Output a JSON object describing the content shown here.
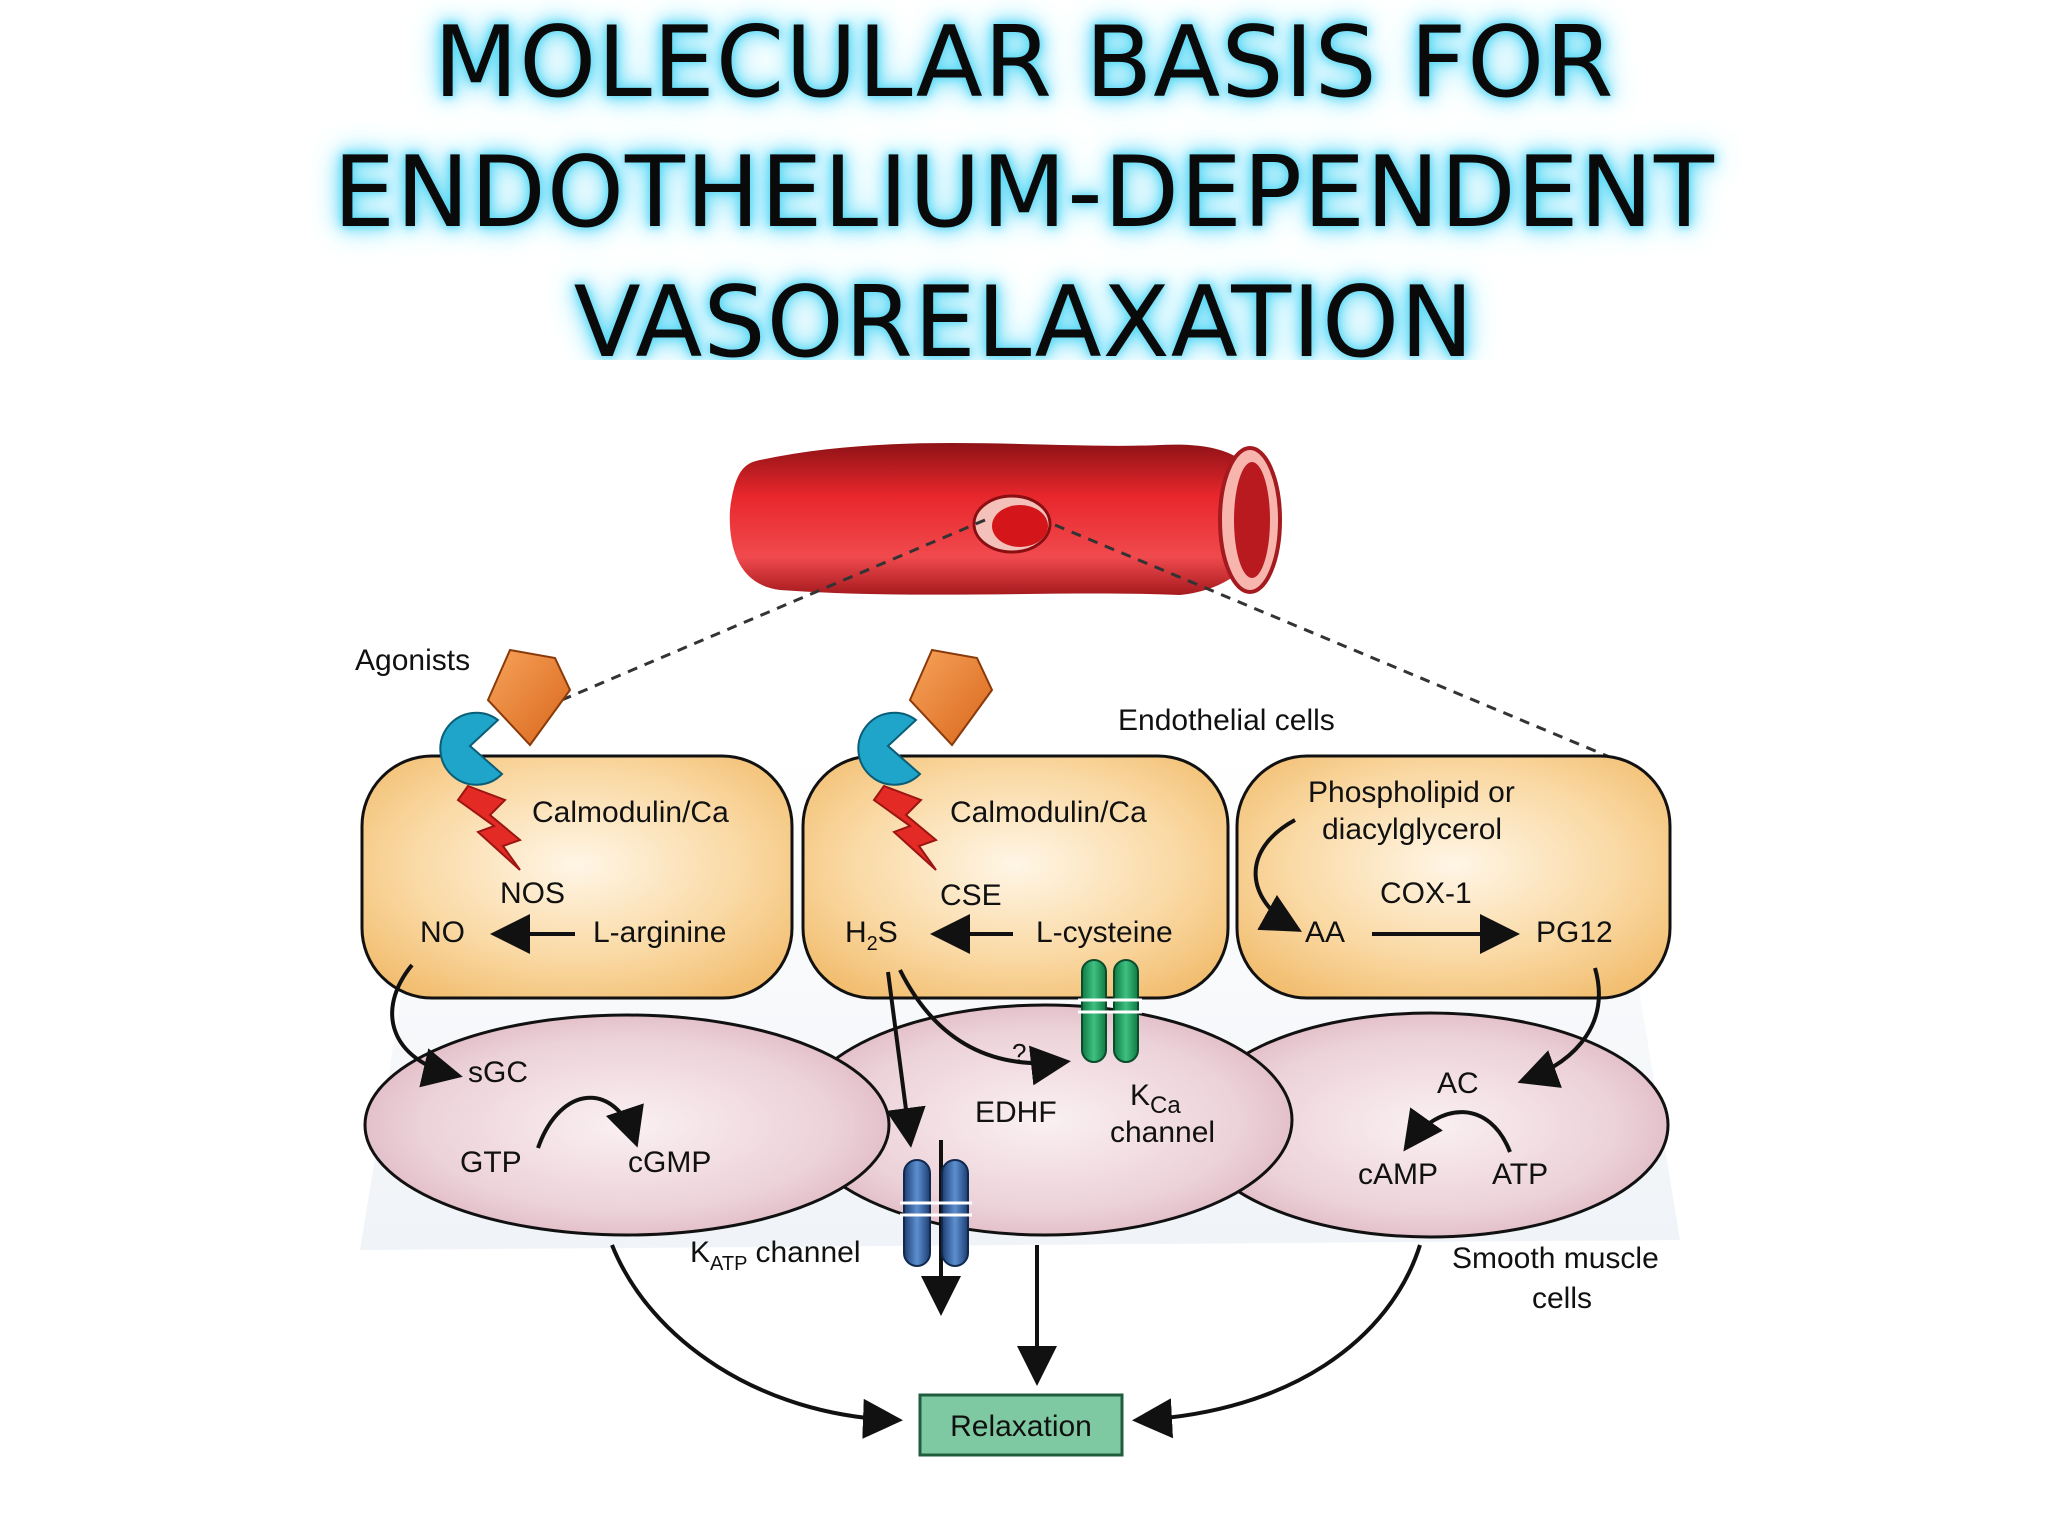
{
  "title": {
    "line1": "MOLECULAR BASIS FOR",
    "line2": "ENDOTHELIUM-DEPENDENT",
    "line3": "VASORELAXATION"
  },
  "labels": {
    "agonists": "Agonists",
    "endothelial_cells": "Endothelial cells",
    "calmodulin_1": "Calmodulin/Ca",
    "calmodulin_2": "Calmodulin/Ca",
    "phospholipid_1": "Phospholipid or",
    "phospholipid_2": "diacylglycerol",
    "nos": "NOS",
    "no": "NO",
    "l_arginine": "L-arginine",
    "cse": "CSE",
    "h2s_h": "H",
    "h2s_sub": "2",
    "h2s_s": "S",
    "l_cysteine": "L-cysteine",
    "cox1": "COX-1",
    "aa": "AA",
    "pg12": "PG12",
    "sgc": "sGC",
    "gtp": "GTP",
    "cgmp": "cGMP",
    "question": "?",
    "edhf": "EDHF",
    "kca_k": "K",
    "kca_sub": "Ca",
    "kca_channel": "channel",
    "ac": "AC",
    "camp": "cAMP",
    "atp": "ATP",
    "katp_k": "K",
    "katp_sub": "ATP",
    "katp_channel": "channel",
    "smooth_1": "Smooth muscle",
    "smooth_2": "cells",
    "relaxation": "Relaxation"
  },
  "colors": {
    "vessel": "#e8272c",
    "endothelial_cell": "#f6c680",
    "smooth_muscle_cell": "#e7c2cc",
    "agonist": "#f08a3a",
    "receptor": "#1fa5c9",
    "lightning": "#e42a25",
    "kca_channel": "#1d9a5c",
    "katp_channel": "#2a5c9c",
    "relaxation_box": "#7fc9a2"
  }
}
